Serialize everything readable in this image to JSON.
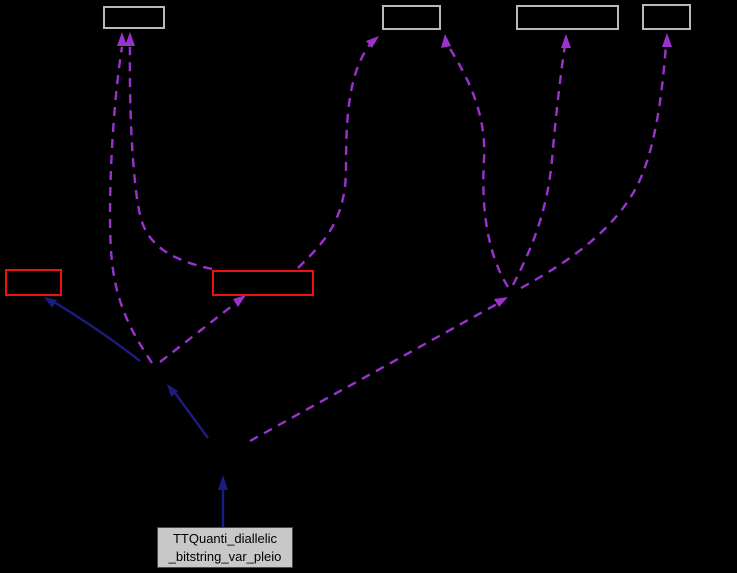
{
  "diagram_type": "collaboration-graph",
  "main_node": {
    "label_line1": "TTQuanti_diallelic",
    "label_line2": "_bitstring_var_pleio"
  },
  "colors": {
    "background": "#000000",
    "usage-edge": "#9933cc",
    "inherit-edge": "#1c1c80",
    "truncated-node-border": "#ee1111",
    "node-border": "#b9b9b9",
    "main-node-fill": "#c8c8c8",
    "main-node-border": "#4a4a4a",
    "main-node-text": "#000000"
  }
}
